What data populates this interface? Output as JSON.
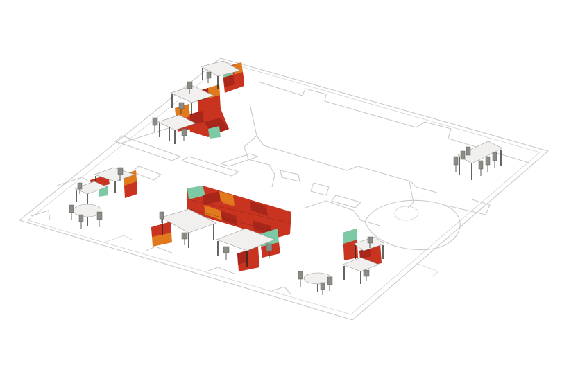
{
  "scene": {
    "type": "isometric office furniture plan",
    "colors": {
      "plan_lines": "#c9c9c9",
      "table_top": "#f1f0ee",
      "shelf_red": "#c8341f",
      "shelf_darkred": "#a8271a",
      "shelf_orange": "#e07a1c",
      "shelf_teal": "#7cc9a6",
      "chair": "#8a8c85"
    },
    "groups": [
      "workstation-cluster-north",
      "desk-cluster-west",
      "round-table-west",
      "central-shelf-wall",
      "desk-cluster-central",
      "desk-cluster-south-east",
      "round-table-south",
      "meeting-table-east"
    ]
  }
}
